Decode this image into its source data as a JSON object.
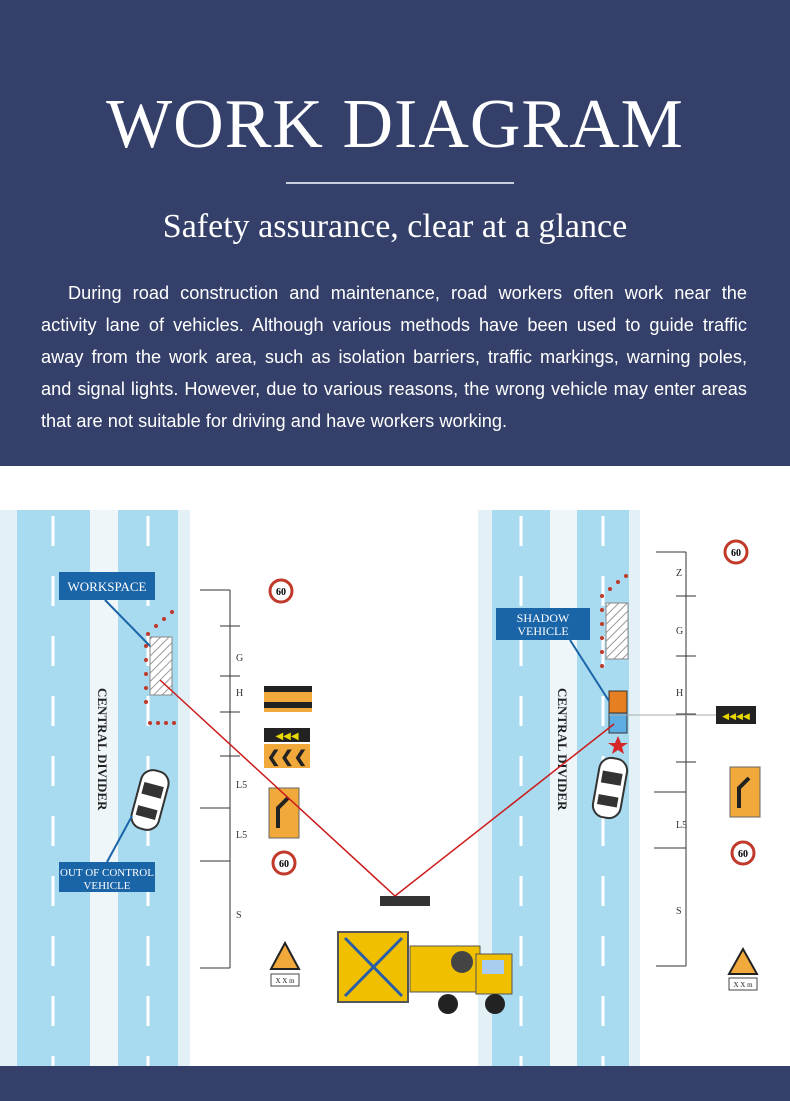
{
  "header": {
    "title": "WORK DIAGRAM",
    "subtitle": "Safety assurance, clear at a glance",
    "paragraph": "During road construction and maintenance, road workers often work near the activity lane of vehicles. Although various methods have been used to guide traffic away from the work area, such as isolation barriers, traffic markings, warning poles, and signal lights. However, due to various reasons, the wrong vehicle may enter areas that are not suitable for driving and have workers working."
  },
  "diagram": {
    "left": {
      "workspace_label": "WORKSPACE",
      "divider_label": "CENTRAL DIVIDER",
      "out_of_control_line1": "OUT OF CONTROL",
      "out_of_control_line2": "VEHICLE",
      "speed_top": "60",
      "speed_bottom": "60",
      "dim_labels": [
        "G",
        "H",
        "L5",
        "L5",
        "S"
      ]
    },
    "right": {
      "shadow_line1": "SHADOW",
      "shadow_line2": "VEHICLE",
      "divider_label": "CENTRAL DIVIDER",
      "speed_top": "60",
      "speed_bottom": "60",
      "dim_labels": [
        "Z",
        "G",
        "H",
        "L5",
        "S"
      ]
    },
    "sign_plate": "X X m",
    "colors": {
      "header_bg": "#35406a",
      "road": "#a8dbef",
      "label_box": "#1a64a8",
      "arrow_line": "#cc1a1a",
      "truck": "#f0c000"
    }
  }
}
